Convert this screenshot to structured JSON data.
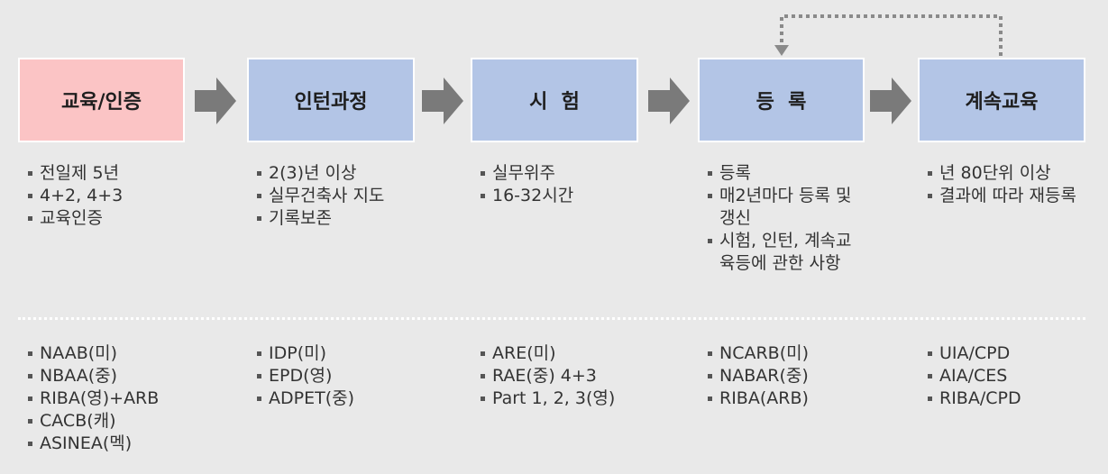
{
  "colors": {
    "stage_pink": "#fbc4c5",
    "stage_blue": "#b3c5e6",
    "arrow": "#7a7a7a",
    "feedback_line": "#8a8a8a"
  },
  "stages": [
    {
      "label": "교육/인증"
    },
    {
      "label": "인턴과정"
    },
    {
      "label": "시  험"
    },
    {
      "label": "등  록"
    },
    {
      "label": "계속교육"
    }
  ],
  "details": [
    [
      "전일제 5년",
      "4+2, 4+3",
      "교육인증"
    ],
    [
      "2(3)년 이상",
      "실무건축사 지도",
      "기록보존"
    ],
    [
      "실무위주",
      "16-32시간"
    ],
    [
      "등록",
      "매2년마다 등록 및 갱신",
      "시험, 인턴, 계속교육등에 관한 사항"
    ],
    [
      "년 80단위 이상",
      "결과에 따라 재등록"
    ]
  ],
  "programs": [
    [
      "NAAB(미)",
      "NBAA(중)",
      "RIBA(영)+ARB",
      "CACB(캐)",
      "ASINEA(멕)"
    ],
    [
      "IDP(미)",
      "EPD(영)",
      "ADPET(중)"
    ],
    [
      "ARE(미)",
      "RAE(중) 4+3",
      "Part 1, 2, 3(영)"
    ],
    [
      "NCARB(미)",
      "NABAR(중)",
      "RIBA(ARB)"
    ],
    [
      "UIA/CPD",
      "AIA/CES",
      "RIBA/CPD"
    ]
  ]
}
